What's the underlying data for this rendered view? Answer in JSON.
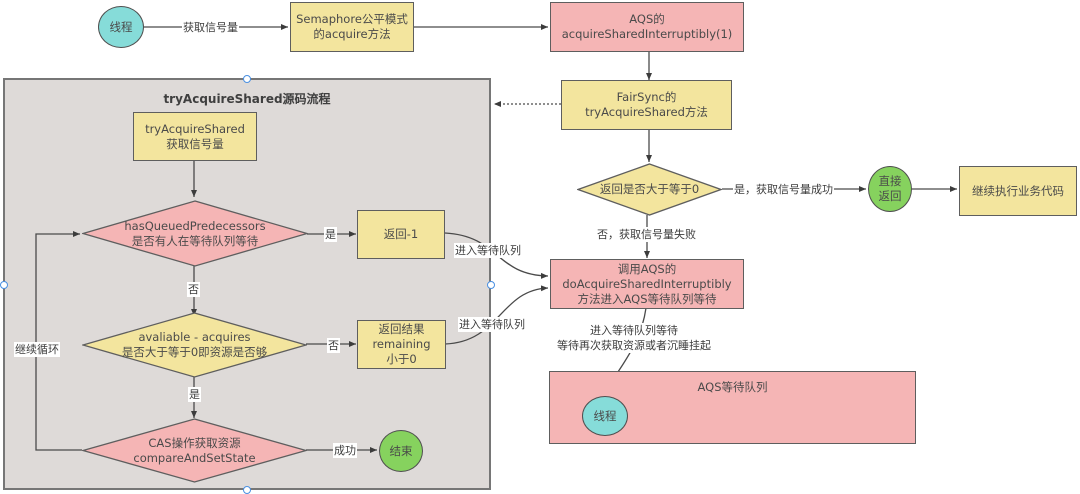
{
  "diagram": {
    "top_flow": {
      "thread_start": "线程",
      "edge_get_semaphore": "获取信号量",
      "semaphore_fair_acquire": "Semaphore公平模式\n的acquire方法",
      "aqs_acquire_shared_interruptibly": "AQS的\nacquireSharedInterruptibly(1)",
      "fairsync_try_acquire_shared": "FairSync的\ntryAcquireShared方法",
      "decision_return_ge_zero": "返回是否大于等于0",
      "edge_yes_success": "是，获取信号量成功",
      "direct_return": "直接\n返回",
      "continue_business": "继续执行业务代码",
      "edge_no_fail": "否，获取信号量失败",
      "aqs_do_acquire": "调用AQS的\ndoAcquireSharedInterruptibly\n方法进入AQS等待队列等待",
      "edge_wait": "进入等待队列等待\n等待再次获取资源或者沉睡挂起",
      "aqs_wait_queue": "AQS等待队列",
      "queue_thread": "线程"
    },
    "subprocess": {
      "title": "tryAcquireShared源码流程",
      "start_box": "tryAcquireShared\n获取信号量",
      "decision_has_queued": "hasQueuedPredecessors\n是否有人在等待队列等待",
      "edge_yes": "是",
      "return_minus_one": "返回-1",
      "edge_enter_queue_1": "进入等待队列",
      "edge_no": "否",
      "decision_available": "avaliable - acquires\n是否大于等于0即资源是否够",
      "edge_no_2": "否",
      "return_remaining": "返回结果\nremaining\n小于0",
      "edge_enter_queue_2": "进入等待队列",
      "edge_yes_2": "是",
      "decision_cas": "CAS操作获取资源\ncompareAndSetState",
      "edge_success": "成功",
      "end": "结束",
      "edge_loop": "继续循环"
    },
    "colors": {
      "process_yellow": "#f3e59e",
      "process_pink": "#f5b5b5",
      "thread_cyan": "#86dcd9",
      "terminal_green": "#86d25e",
      "container_grey": "#dedad8"
    }
  }
}
